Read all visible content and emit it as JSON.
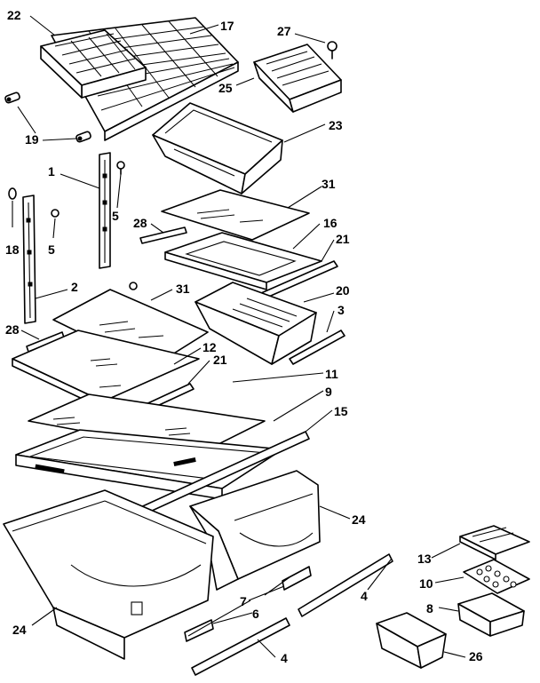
{
  "callouts": {
    "c22": "22",
    "c17": "17",
    "c27": "27",
    "c25": "25",
    "c23": "23",
    "c19": "19",
    "c1": "1",
    "c5a": "5",
    "c18": "18",
    "c5b": "5",
    "c31a": "31",
    "c28a": "28",
    "c16": "16",
    "c21a": "21",
    "c2": "2",
    "c31b": "31",
    "c20": "20",
    "c3": "3",
    "c28b": "28",
    "c12": "12",
    "c21b": "21",
    "c11": "11",
    "c9": "9",
    "c15": "15",
    "c24a": "24",
    "c13": "13",
    "c10": "10",
    "c8": "8",
    "c7": "7",
    "c6": "6",
    "c4a": "4",
    "c24b": "24",
    "c4b": "4",
    "c26": "26"
  }
}
